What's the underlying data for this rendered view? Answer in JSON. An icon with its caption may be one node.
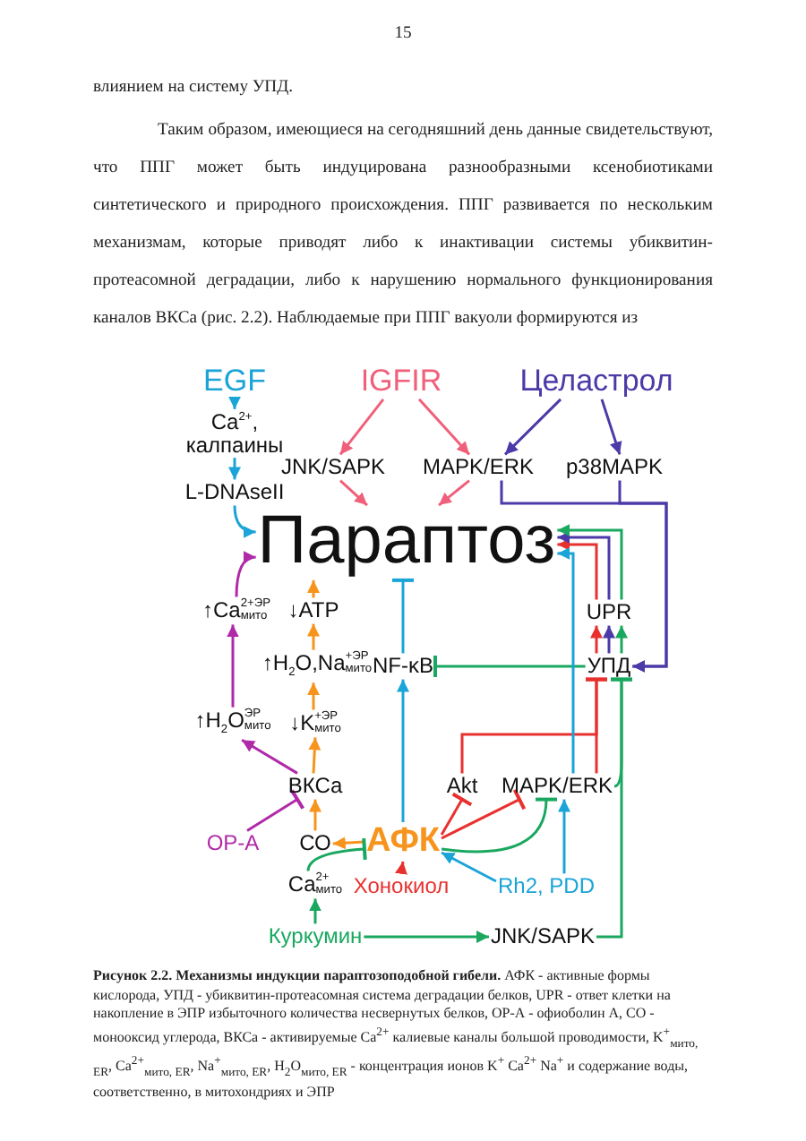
{
  "diagram": {
    "caption": "**Рисунок 2.2. Механизмы индукции параптозоподобной гибели.** АФК - активные формы кислорода, УПД - убиквитин-протеасомная система деградации белков, UPR - ответ клетки на накопление в ЭПР избыточного количества несвернутых белков, ОР-А - офиоболин А, СО - монооксид углерода, ВКСа - активируемые Ca$^{2+}$ калиевые каналы большой проводимости, K$^{+}$$_{мито, ER}$, Ca$^{2+}$$_{мито, ER}$, Na$^{+}$$_{мито, ER}$, H$_{2}$O$_{мито, ER}$ - концентрация ионов K$^{+}$ Ca$^{2+}$ Na$^{+}$ и содержание воды, соответственно, в митохондриях и ЭПР",
    "nodes": [
      {
        "text": [
          "EGF"
        ]
      },
      {
        "text": [
          "IGFIR"
        ]
      },
      {
        "text": [
          "Целастрол"
        ]
      },
      {
        "text": [
          "Ca$^{2+}$, калпаины"
        ]
      },
      {
        "text": [
          "JNK/SAPK"
        ]
      },
      {
        "text": [
          "MAPK/ERK"
        ]
      },
      {
        "text": [
          "p38MAPK"
        ]
      },
      {
        "text": [
          "L-DNAseII"
        ]
      },
      {
        "text": [
          "Параптоз"
        ]
      },
      {
        "text": [
          "↑Ca$^{2+ЭР}$$_{мито}$"
        ]
      },
      {
        "text": [
          "↓ATP"
        ]
      },
      {
        "text": [
          "UPR"
        ]
      },
      {
        "text": [
          "↑H$_{2}$O,Na$^{+ЭР}$$_{мито}$"
        ]
      },
      {
        "text": [
          "NF-κB"
        ]
      },
      {
        "text": [
          "УПД"
        ]
      },
      {
        "text": [
          "↑H$_{2}$O$^{ЭР}$$_{мито}$"
        ]
      },
      {
        "text": [
          "↓K$^{+ЭР}$$_{мито}$"
        ]
      },
      {
        "text": [
          "ВКСа"
        ]
      },
      {
        "text": [
          "Akt"
        ]
      },
      {
        "text": [
          "MAPK/ERK"
        ]
      },
      {
        "text": [
          "ОР-А"
        ]
      },
      {
        "text": [
          "СО"
        ]
      },
      {
        "text": [
          "АФК"
        ]
      },
      {
        "text": [
          "Ca$^{2+}$$_{мито}$"
        ]
      },
      {
        "text": [
          "Хонокиол"
        ]
      },
      {
        "text": [
          "Rh2, PDD"
        ]
      },
      {
        "text": [
          "Куркумин"
        ]
      },
      {
        "text": [
          "JNK/SAPK"
        ]
      }
    ],
    "edges": [
      {
        "from": 0,
        "to": 3,
        "arrow": "to",
        "color": "#1ba4d8"
      },
      {
        "from": 3,
        "to": 7,
        "arrow": "to",
        "color": "#1ba4d8"
      },
      {
        "from": 7,
        "to": 8,
        "arrow": "to",
        "color": "#1ba4d8"
      },
      {
        "from": 1,
        "to": 4,
        "arrow": "to",
        "color": "#f0607a"
      },
      {
        "from": 1,
        "to": 5,
        "arrow": "to",
        "color": "#f0607a"
      },
      {
        "from": 4,
        "to": 8,
        "arrow": "to",
        "color": "#f0607a"
      },
      {
        "from": 5,
        "to": 8,
        "arrow": "to",
        "color": "#f0607a"
      },
      {
        "from": 2,
        "to": 5,
        "arrow": "to",
        "color": "#4b3aa8"
      },
      {
        "from": 2,
        "to": 6,
        "arrow": "to",
        "color": "#4b3aa8"
      },
      {
        "from": 5,
        "to": 14,
        "arrow": "to",
        "color": "#4b3aa8"
      },
      {
        "from": 6,
        "to": 14,
        "arrow": "to",
        "color": "#4b3aa8"
      },
      {
        "from": 9,
        "to": 8,
        "arrow": "to",
        "color": "#b02aa8"
      },
      {
        "from": 10,
        "to": 8,
        "arrow": "to",
        "color": "#f7941d"
      },
      {
        "from": 12,
        "to": 10,
        "arrow": "to",
        "color": "#f7941d"
      },
      {
        "from": 16,
        "to": 12,
        "arrow": "to",
        "color": "#f7941d"
      },
      {
        "from": 17,
        "to": 16,
        "arrow": "to",
        "color": "#f7941d"
      },
      {
        "from": 17,
        "to": 15,
        "arrow": "to",
        "color": "#b02aa8"
      },
      {
        "from": 15,
        "to": 9,
        "arrow": "to",
        "color": "#b02aa8"
      },
      {
        "from": 20,
        "to": 17,
        "arrow": "other",
        "color": "#b02aa8"
      },
      {
        "from": 21,
        "to": 17,
        "arrow": "to",
        "color": "#f7941d"
      },
      {
        "from": 22,
        "to": 21,
        "arrow": "to",
        "color": "#f7941d"
      },
      {
        "from": 23,
        "to": 22,
        "arrow": "other",
        "color": "#1aa860"
      },
      {
        "from": 26,
        "to": 23,
        "arrow": "to",
        "color": "#1aa860"
      },
      {
        "from": 26,
        "to": 27,
        "arrow": "to",
        "color": "#1aa860"
      },
      {
        "from": 27,
        "to": 14,
        "arrow": "other",
        "color": "#1aa860"
      },
      {
        "from": 24,
        "to": 22,
        "arrow": "to",
        "color": "#e8312f"
      },
      {
        "from": 25,
        "to": 22,
        "arrow": "to",
        "color": "#1ba4d8"
      },
      {
        "from": 25,
        "to": 19,
        "arrow": "to",
        "color": "#1ba4d8"
      },
      {
        "from": 22,
        "to": 18,
        "arrow": "other",
        "color": "#e8312f"
      },
      {
        "from": 22,
        "to": 19,
        "arrow": "other",
        "color": "#e8312f"
      },
      {
        "from": 22,
        "to": 19,
        "arrow": "other",
        "color": "#1aa860"
      },
      {
        "from": 22,
        "to": 13,
        "arrow": "to",
        "color": "#1ba4d8"
      },
      {
        "from": 13,
        "to": 8,
        "arrow": "other",
        "color": "#1ba4d8"
      },
      {
        "from": 14,
        "to": 13,
        "arrow": "other",
        "color": "#1aa860"
      },
      {
        "from": 18,
        "to": 14,
        "arrow": "other",
        "color": "#e8312f"
      },
      {
        "from": 19,
        "to": 14,
        "arrow": "other",
        "color": "#e8312f"
      },
      {
        "from": 19,
        "to": 14,
        "arrow": "other",
        "color": "#1aa860"
      },
      {
        "from": 14,
        "to": 11,
        "arrow": "to",
        "color": "#e8312f"
      },
      {
        "from": 14,
        "to": 11,
        "arrow": "to",
        "color": "#4b3aa8"
      },
      {
        "from": 14,
        "to": 11,
        "arrow": "to",
        "color": "#1aa860"
      },
      {
        "from": 11,
        "to": 8,
        "arrow": "to",
        "color": "#e8312f"
      },
      {
        "from": 11,
        "to": 8,
        "arrow": "to",
        "color": "#4b3aa8"
      },
      {
        "from": 11,
        "to": 8,
        "arrow": "to",
        "color": "#1aa860"
      },
      {
        "from": 19,
        "to": 8,
        "arrow": "to",
        "color": "#1ba4d8"
      }
    ],
    "labels": [
      "15",
      "влиянием на систему УПД.",
      "Таким образом, имеющиеся на сегодняшний день данные свидетельствуют, что ППГ может быть индуцирована разнообразными ксенобиотиками синтетического и природного происхождения. ППГ развивается по нескольким механизмам, которые приводят либо к инактивации системы убиквитин-протеасомной деградации, либо к нарушению нормального функционирования каналов ВКСа (рис. 2.2). Наблюдаемые при ППГ вакуоли формируются из"
    ]
  }
}
